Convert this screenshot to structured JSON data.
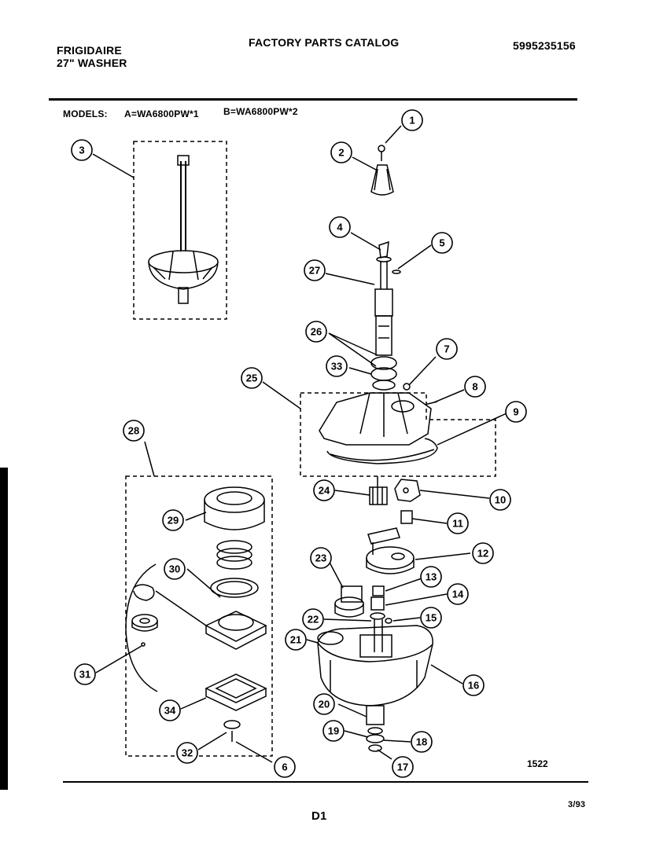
{
  "header": {
    "brand": "FRIGIDAIRE",
    "product": "27\" WASHER",
    "catalog_title": "FACTORY PARTS CATALOG",
    "catalog_number": "5995235156"
  },
  "models": {
    "label": "MODELS:",
    "model_a": "A=WA6800PW*1",
    "model_b": "B=WA6800PW*2"
  },
  "callouts": [
    "1",
    "2",
    "3",
    "4",
    "5",
    "6",
    "7",
    "8",
    "9",
    "10",
    "11",
    "12",
    "13",
    "14",
    "15",
    "16",
    "17",
    "18",
    "19",
    "20",
    "21",
    "22",
    "23",
    "24",
    "25",
    "26",
    "27",
    "28",
    "29",
    "30",
    "31",
    "32",
    "33",
    "34"
  ],
  "diagram_code": "1522",
  "footer": {
    "page_code": "D1",
    "date": "3/93"
  }
}
